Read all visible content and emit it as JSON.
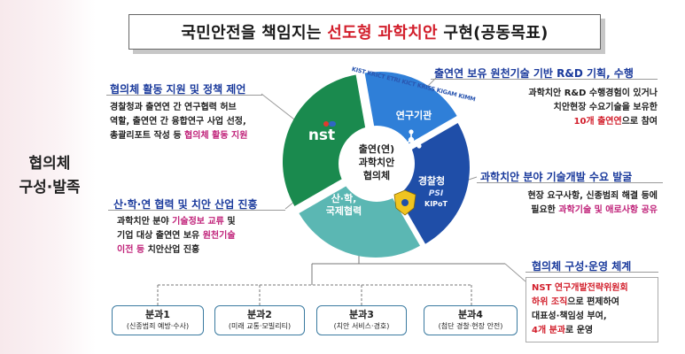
{
  "title": {
    "part1": "국민안전을 책임지는 ",
    "part2": "선도형 과학치안",
    "part3": " 구현(공동목표)"
  },
  "side_label": {
    "line1": "협의체",
    "line2": "구성·발족"
  },
  "top_left": {
    "heading": "협의체 활동 지원 및 정책 제언",
    "line1": "경찰청과 출연연 간 연구협력 허브",
    "line2": "역할, 출연연 간 융합연구 사업 선정,",
    "line3_a": "총괄리포트 작성 등 ",
    "line3_b": "협의체 활동 지원"
  },
  "mid_left": {
    "heading": "산·학·연 협력 및 치안 산업 진흥",
    "line1_a": "과학치안 분야 ",
    "line1_b": "기술정보 교류",
    "line1_c": " 및",
    "line2_a": "기업 대상 출연연 보유 ",
    "line2_b": "원천기술",
    "line3_a": "이전 등 ",
    "line3_b": "치안산업 진흥"
  },
  "top_right": {
    "heading": "출연연 보유 원천기술 기반 R&D 기획, 수행",
    "line1": "과학치안 R&D 수행경험이 있거나",
    "line2": "치안현장 수요기술을 보유한",
    "line3_a": "10개 출연연",
    "line3_b": "으로 참여"
  },
  "mid_right": {
    "heading": "과학치안 분야 기술개발 수요 발굴",
    "line1": "현장 요구사항, 신종범죄 해결 등에",
    "line2_a": "필요한 ",
    "line2_b": "과학기술 및 애로사항 공유"
  },
  "bottom_right": {
    "heading": "협의체 구성·운영 체계",
    "line1": "NST 연구개발전략위원회",
    "line2_a": "하위 조직",
    "line2_b": "으로 편제하여",
    "line3": "대표성·책임성 부여,",
    "line4_a": "4개 분과",
    "line4_b": "로 운영"
  },
  "wheel": {
    "center_line1": "출연(연)",
    "center_line2": "과학치안",
    "center_line3": "협의체",
    "seg_research": "연구기관",
    "seg_police": "경찰청",
    "seg_police_org1": "PSI",
    "seg_police_org2": "KIPoT",
    "seg_industry_line1": "산·학,",
    "seg_industry_line2": "국제협력",
    "seg_nst_logo": "nst",
    "logos": "KIST KRICT ETRI KICT KRISS KIGAM KIMM"
  },
  "divisions": [
    {
      "name": "분과1",
      "sub": "(신종범죄 예방·수사)"
    },
    {
      "name": "분과2",
      "sub": "(미래 교통·모빌리티)"
    },
    {
      "name": "분과3",
      "sub": "(치안 서비스·경호)"
    },
    {
      "name": "분과4",
      "sub": "(첨단 경찰·현장 안전)"
    }
  ],
  "colors": {
    "green": "#1a8a4e",
    "blue": "#2f7fd8",
    "navy": "#1f4ea8",
    "teal": "#5bb7b3",
    "accent_red": "#d21e2b",
    "accent_magenta": "#c0237a",
    "heading_blue": "#1a3a9c"
  }
}
